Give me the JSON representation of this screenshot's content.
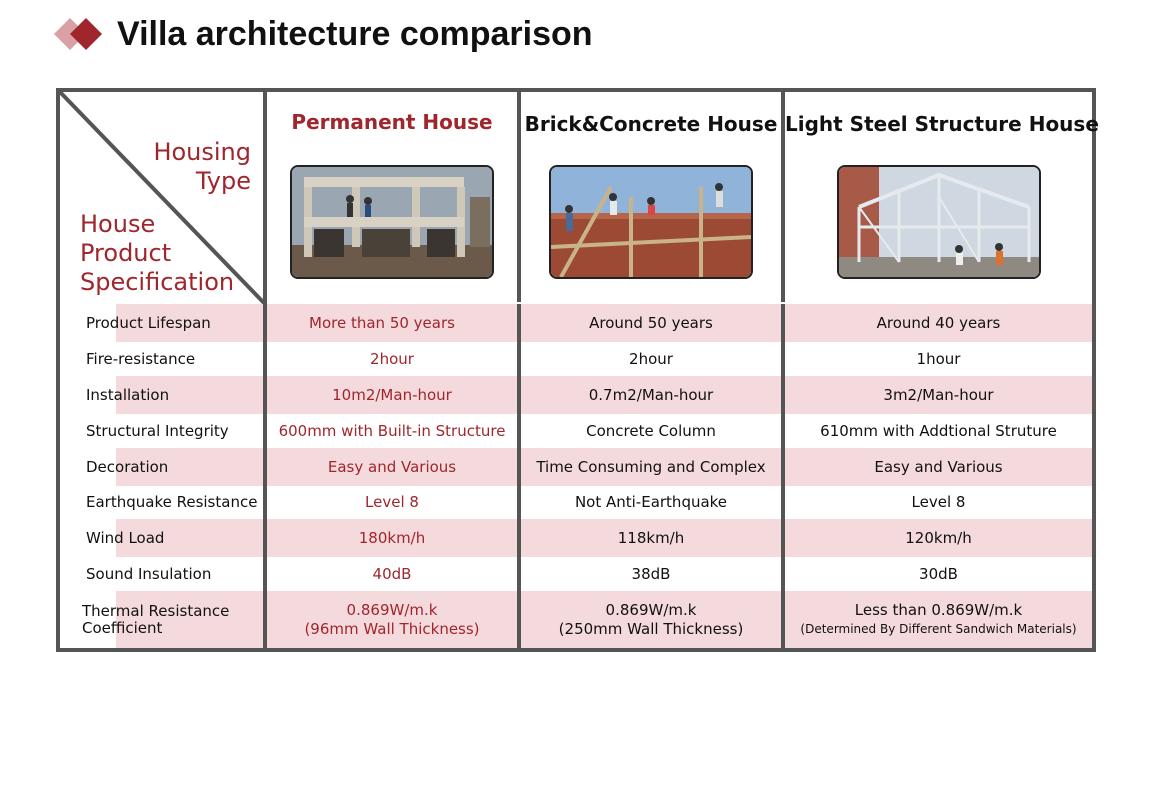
{
  "header": {
    "title": "Villa architecture comparison"
  },
  "corner": {
    "housing_type": "Housing\nType",
    "spec": "House\nProduct\nSpecification"
  },
  "columns": [
    {
      "title": "Permanent House",
      "photo": "house-construction-photo"
    },
    {
      "title": "Brick&Concrete House",
      "photo": "brick-construction-photo"
    },
    {
      "title": "Light Steel Structure House",
      "photo": "steel-frame-photo"
    }
  ],
  "rows": [
    {
      "label": "Product Lifespan",
      "values": [
        "More than 50 years",
        "Around 50 years",
        "Around 40 years"
      ]
    },
    {
      "label": "Fire-resistance",
      "values": [
        "2hour",
        "2hour",
        "1hour"
      ]
    },
    {
      "label": "Installation",
      "values": [
        "10m2/Man-hour",
        "0.7m2/Man-hour",
        "3m2/Man-hour"
      ]
    },
    {
      "label": "Structural Integrity",
      "values": [
        "600mm with Built-in Structure",
        "Concrete Column",
        "610mm with Addtional Struture"
      ]
    },
    {
      "label": "Decoration",
      "values": [
        "Easy and Various",
        "Time Consuming and Complex",
        "Easy and Various"
      ]
    },
    {
      "label": "Earthquake Resistance",
      "values": [
        "Level 8",
        "Not Anti-Earthquake",
        "Level 8"
      ]
    },
    {
      "label": "Wind Load",
      "values": [
        "180km/h",
        "118km/h",
        "120km/h"
      ]
    },
    {
      "label": "Sound Insulation",
      "values": [
        "40dB",
        "38dB",
        "30dB"
      ]
    },
    {
      "label": "Thermal Resistance\nCoefficient",
      "values": [
        "0.869W/m.k",
        "0.869W/m.k",
        "Less than 0.869W/m.k"
      ],
      "notes": [
        "(96mm Wall Thickness)",
        "(250mm Wall Thickness)",
        "(Determined By Different Sandwich Materials)"
      ]
    }
  ],
  "colors": {
    "accent": "#a0262d",
    "row_pink": "#f5dadd",
    "border": "#555555"
  }
}
